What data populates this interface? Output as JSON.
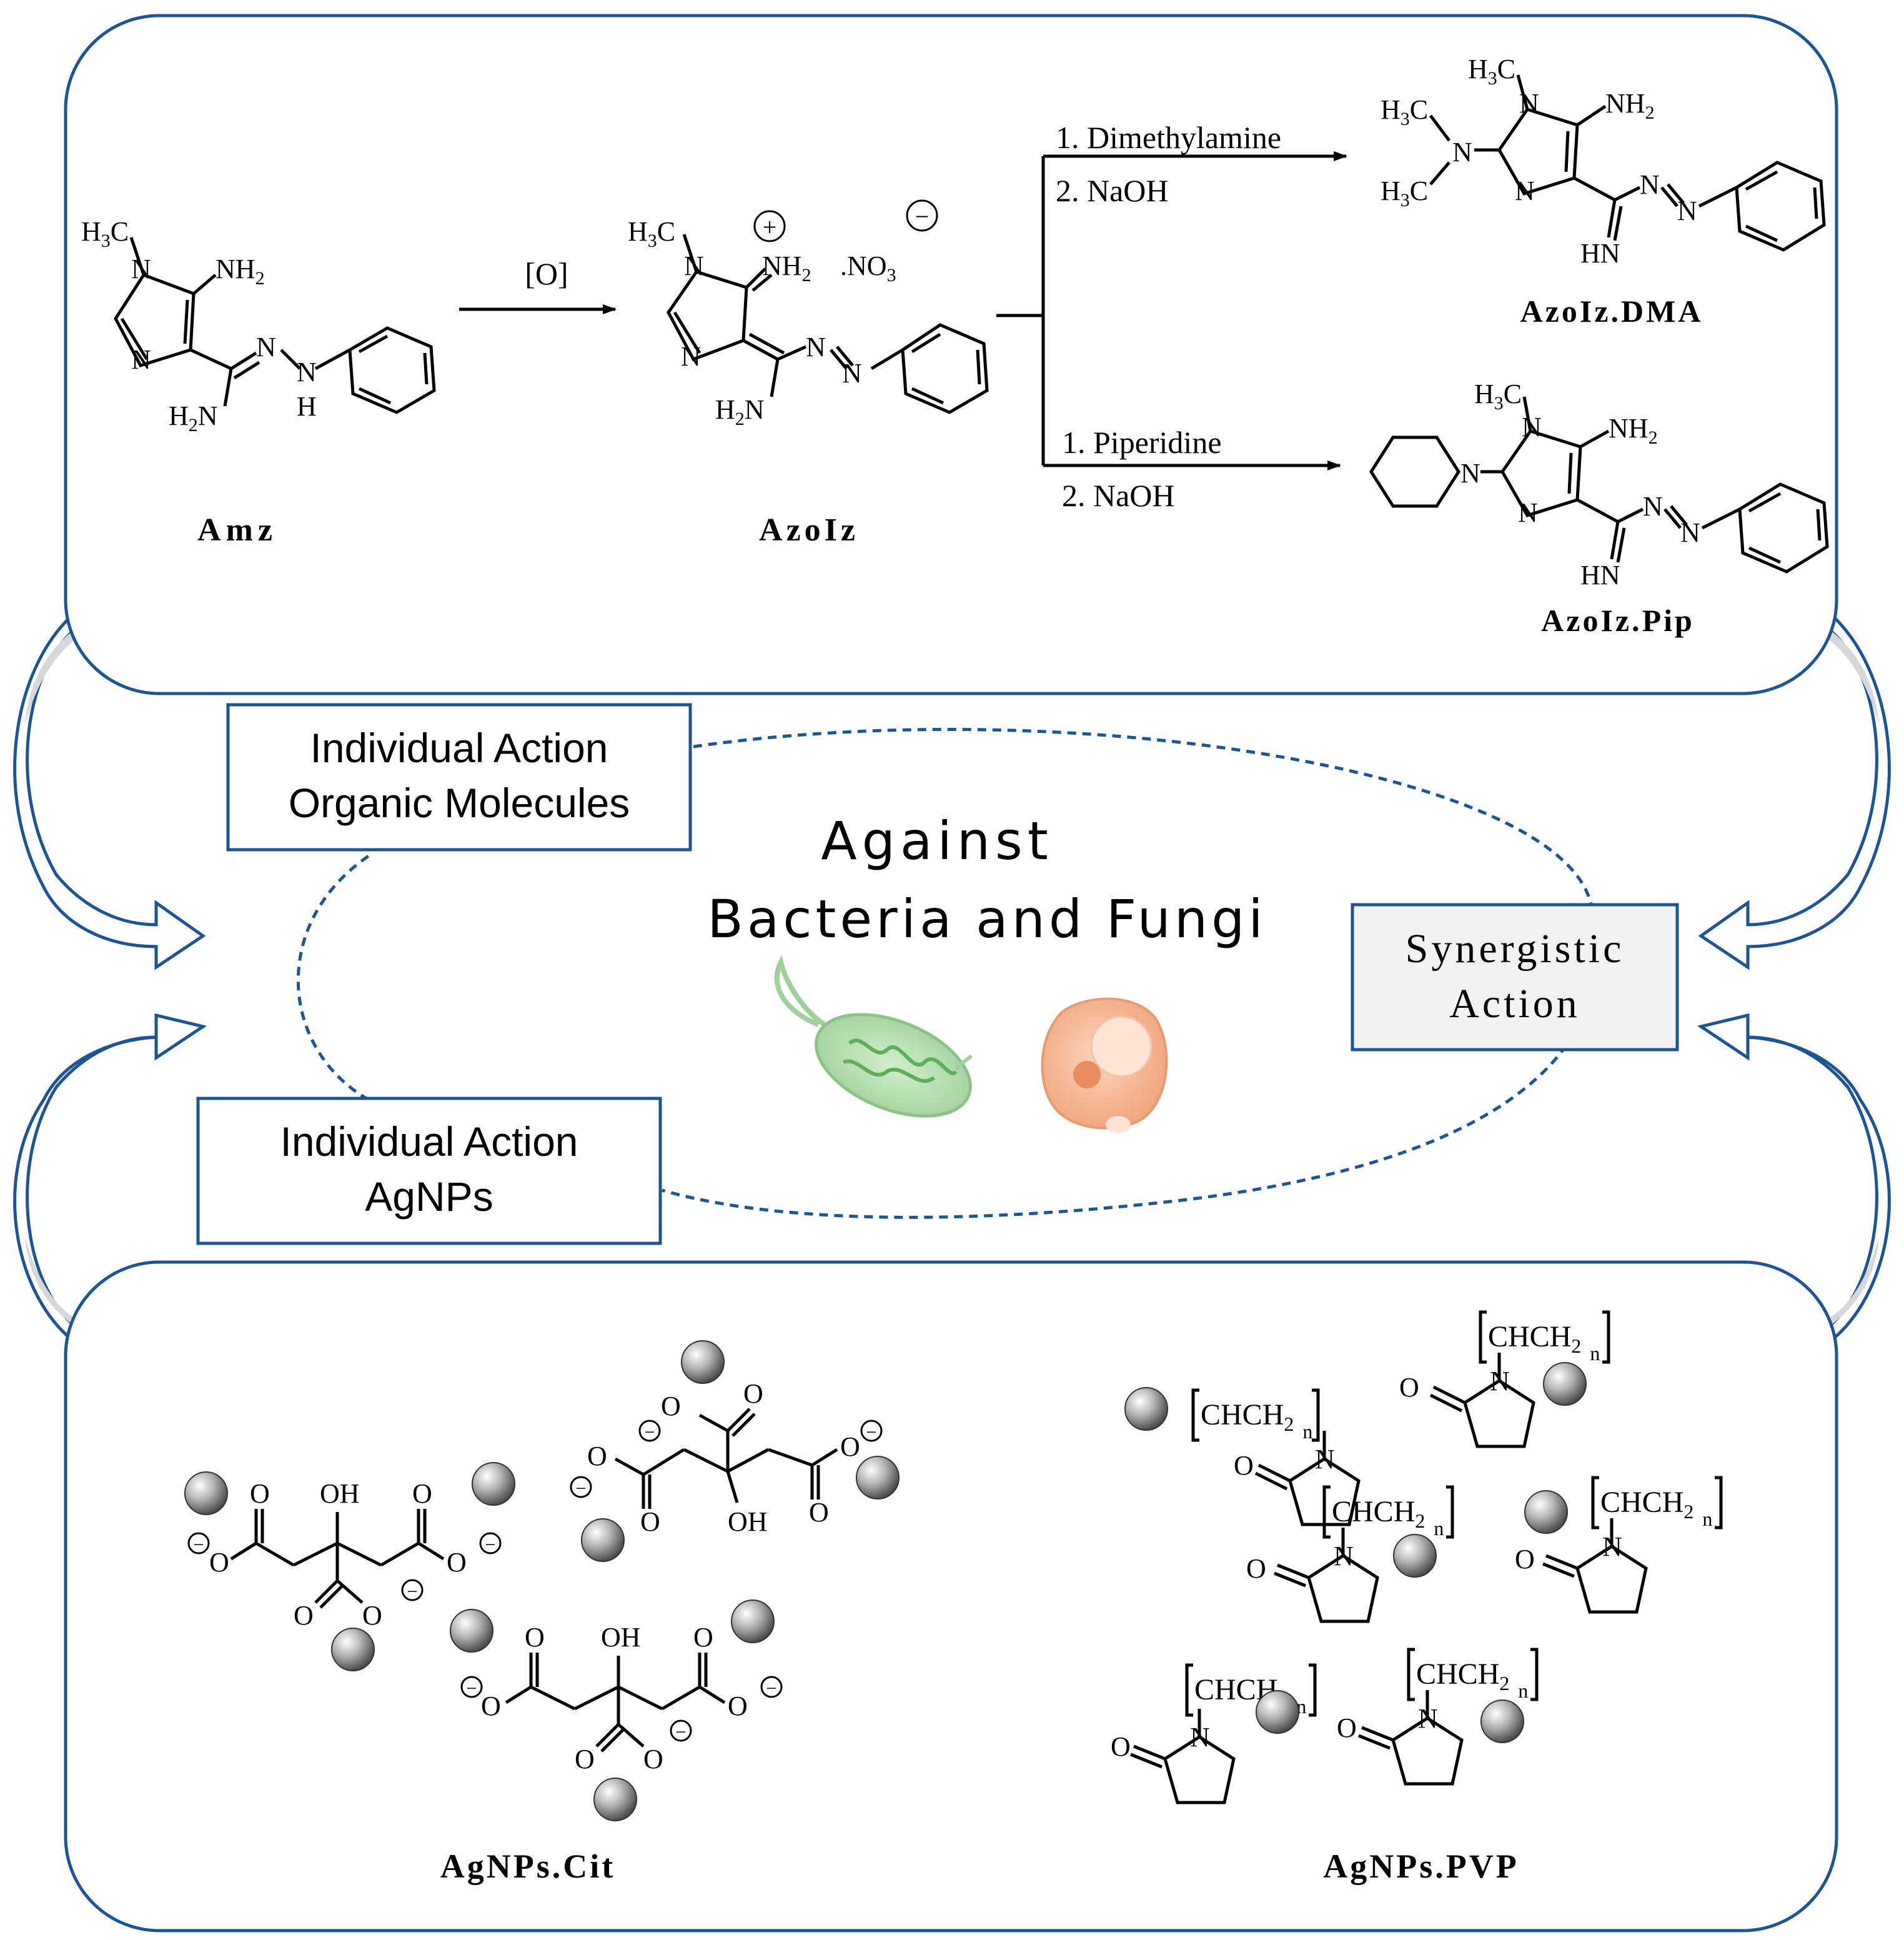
{
  "colors": {
    "panel_border": "#1d5496",
    "arrow_fill": "#d8d8d8",
    "dashed_ellipse": "#1d5496",
    "box_fill": "#ffffff",
    "synergy_fill": "#f2f2f2",
    "bacterium": "#9fd19a",
    "fungus": "#f1a47c"
  },
  "top_panel": {
    "reaction": {
      "oxidation_label": "[O]",
      "branch1_line1": "1. Dimethylamine",
      "branch1_line2": "2. NaOH",
      "branch2_line1": "1. Piperidine",
      "branch2_line2": "2. NaOH"
    },
    "compounds": [
      {
        "name": "Amz"
      },
      {
        "name": "AzoIz"
      },
      {
        "name": "AzoIz.DMA"
      },
      {
        "name": "AzoIz.Pip"
      }
    ],
    "atoms": {
      "h3c": "H3C",
      "nh2": "NH2",
      "n": "N",
      "h": "H",
      "h2n": "H2N",
      "hn": "HN",
      "no3": ".NO3",
      "plus": "+",
      "minus": "−"
    }
  },
  "middle": {
    "title_line1": "Against",
    "title_line2": "Bacteria and Fungi",
    "individual_organic_line1": "Individual Action",
    "individual_organic_line2": "Organic Molecules",
    "individual_agnps_line1": "Individual Action",
    "individual_agnps_line2": "AgNPs",
    "synergistic_line1": "Synergistic",
    "synergistic_line2": "Action"
  },
  "bottom_panel": {
    "left_label": "AgNPs.Cit",
    "right_label": "AgNPs.PVP",
    "atoms": {
      "oh": "OH",
      "o": "O",
      "n": "N",
      "pvp_unit": "[CHCH2]n"
    }
  }
}
